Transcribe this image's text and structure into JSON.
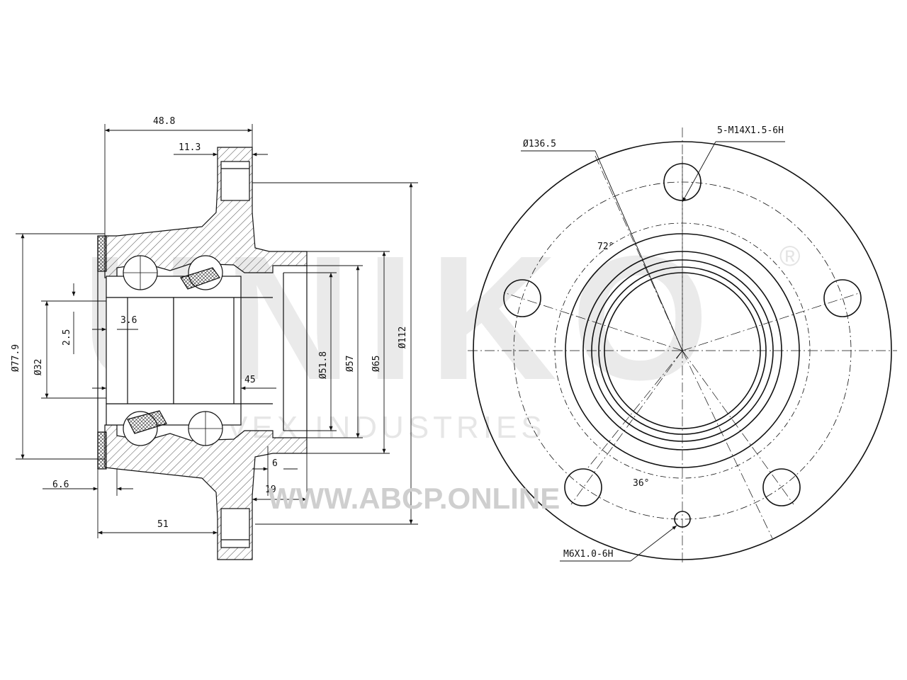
{
  "watermark": {
    "brand": "UNIKO",
    "registered_mark": "®",
    "subtitle": "VEX INDUSTRIES",
    "url": "WWW.ABCP.ONLINE"
  },
  "section_view": {
    "dimensions": {
      "overall_width": "48.8",
      "flange_offset": "11.3",
      "seal_offset": "3.6",
      "inner_offset": "2.5",
      "bore_dia": "Ø32",
      "outer_dia": "Ø77.9",
      "pilot_width": "45",
      "dia_51_8": "Ø51.8",
      "dia_57": "Ø57",
      "dia_65": "Ø65",
      "dia_112": "Ø112",
      "step_6": "6",
      "step_19": "19",
      "left_6_6": "6.6",
      "overall_51": "51"
    }
  },
  "front_view": {
    "pcd_dia": "Ø136.5",
    "stud_thread": "5-M14X1.5-6H",
    "aux_thread": "M6X1.0-6H",
    "angle_72": "72°",
    "angle_36": "36°"
  }
}
